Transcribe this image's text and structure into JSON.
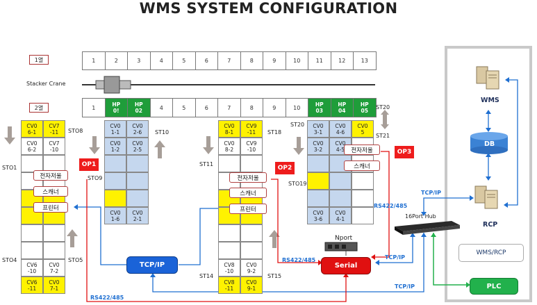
{
  "title": "WMS SYSTEM CONFIGURATION",
  "row1_label": "1열",
  "row2_label": "2열",
  "stacker_crane_label": "Stacker Crane",
  "row1_cells": [
    "1",
    "2",
    "3",
    "4",
    "5",
    "6",
    "7",
    "8",
    "9",
    "10",
    "11",
    "12",
    "13"
  ],
  "row2_cells": [
    {
      "text": "1",
      "hp": false
    },
    {
      "text": "HP\n0!",
      "hp": true
    },
    {
      "text": "HP\n02",
      "hp": true
    },
    {
      "text": "4",
      "hp": false
    },
    {
      "text": "5",
      "hp": false
    },
    {
      "text": "6",
      "hp": false
    },
    {
      "text": "7",
      "hp": false
    },
    {
      "text": "8",
      "hp": false
    },
    {
      "text": "9",
      "hp": false
    },
    {
      "text": "10",
      "hp": false
    },
    {
      "text": "HP\n03",
      "hp": true
    },
    {
      "text": "HP\n04",
      "hp": true
    },
    {
      "text": "HP\n05",
      "hp": true
    }
  ],
  "station_labels": {
    "st20_top": "ST20",
    "st21": "ST21",
    "sto8": "STO8",
    "st10": "ST10",
    "st18": "ST18",
    "st20_mid": "ST20",
    "sto1": "STO1",
    "sto9": "STO9",
    "st11": "ST11",
    "sto19": "STO19",
    "sto4": "STO4",
    "sto5": "STO5",
    "st14": "ST14",
    "st15": "ST15"
  },
  "conveyors": {
    "left_col1": [
      "CV0\n6-1",
      "CV0\n6-2"
    ],
    "left_col2": [
      "CV7\n-11",
      "CV7\n-10"
    ],
    "left_bottom_col1": [
      "CV6\n-10",
      "CV6\n-11"
    ],
    "left_bottom_col2": [
      "CV0\n7-2",
      "CV0\n7-1"
    ],
    "b2_col1": [
      "CV0\n1-1",
      "CV0\n1-2",
      "CV0\n1-6"
    ],
    "b2_col2": [
      "CV0\n2-6",
      "CV0\n2-5",
      "CV0\n2-1"
    ],
    "b3_col1": [
      "CV0\n8-1",
      "CV0\n8-2"
    ],
    "b3_col2": [
      "CV9\n-11",
      "CV9\n-10"
    ],
    "b3_bottom_col1": [
      "CV8\n-10",
      "CV8\n-11"
    ],
    "b3_bottom_col2": [
      "CV0\n9-2",
      "CV0\n9-1"
    ],
    "b4_col1": [
      "CV0\n3-1",
      "CV0\n3-2",
      "CV0\n3-6"
    ],
    "b4_col2": [
      "CV0\n4-6",
      "CV0\n4-5",
      "CV0\n4-1"
    ],
    "b4_col3": [
      "CV0\n5"
    ]
  },
  "devices": {
    "scale": "전자저울",
    "scanner": "스캐너",
    "printer": "프린터"
  },
  "op_labels": [
    "OP1",
    "OP2",
    "OP3"
  ],
  "network": {
    "tcpip_box": "TCP/IP",
    "serial_box": "Serial",
    "nport": "Nport",
    "hub": "16Port Hub",
    "plc": "PLC",
    "wms": "WMS",
    "db": "DB",
    "rcp": "RCP",
    "wms_rcp": "WMS/RCP"
  },
  "protocols": {
    "rs422_a": "RS422/485",
    "rs422_b": "RS422/485",
    "rs422_c": "RS422/485",
    "tcp_a": "TCP/IP",
    "tcp_b": "TCP/IP",
    "tcp_c": "TCP/IP"
  },
  "colors": {
    "yellow": "#fff200",
    "blue_cell": "#c5d7ee",
    "hp_green": "#1f9d3a",
    "op_red": "#ee1c1c",
    "tcp_blue": "#1f6fd1",
    "serial_red": "#e01010",
    "plc_green": "#22b14c",
    "db_blue": "#3b82d4"
  }
}
